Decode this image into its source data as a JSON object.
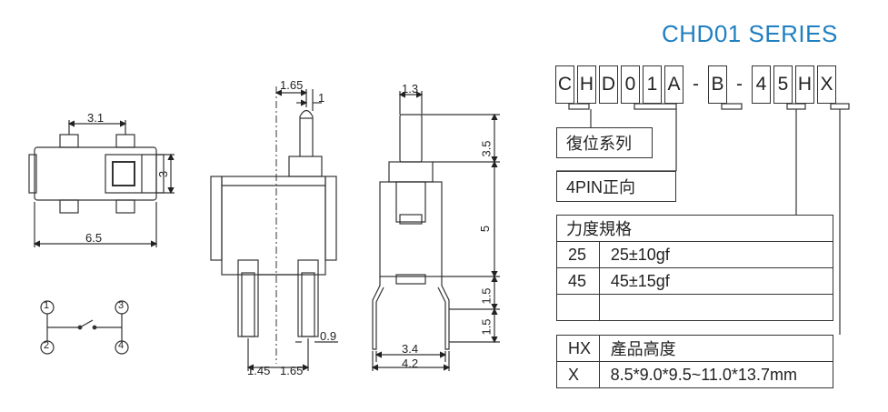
{
  "series_title": "CHD01  SERIES",
  "code_chars": [
    "C",
    "H",
    "D",
    "0",
    "1",
    "A",
    "-",
    "B",
    "-",
    "4",
    "5",
    "H",
    "X"
  ],
  "labels": {
    "reset_type": "復位系列",
    "pin_config": "4PIN正向"
  },
  "force_table": {
    "header": "力度規格",
    "rows": [
      {
        "code": "25",
        "value": "25±10gf"
      },
      {
        "code": "45",
        "value": "45±15gf"
      },
      {
        "code": "",
        "value": ""
      }
    ]
  },
  "height_table": {
    "header_code": "HX",
    "header_label": "產品高度",
    "rows": [
      {
        "code": "X",
        "value": "8.5*9.0*9.5~11.0*13.7mm"
      }
    ]
  },
  "dimensions": {
    "top_view": {
      "pitch": "3.1",
      "width": "6.5",
      "height": "3"
    },
    "front_view": {
      "top_a": "1.65",
      "top_b": "1",
      "pin_w": "0.9",
      "bottom_a": "1.45",
      "bottom_b": "1.65"
    },
    "side_view": {
      "top": "1.3",
      "h1": "3.5",
      "h2": "5",
      "h3": "1.5",
      "h4": "1.5",
      "inner_w": "3.4",
      "outer_w": "4.2"
    }
  },
  "schematic": {
    "pins": [
      "1",
      "2",
      "3",
      "4"
    ]
  }
}
